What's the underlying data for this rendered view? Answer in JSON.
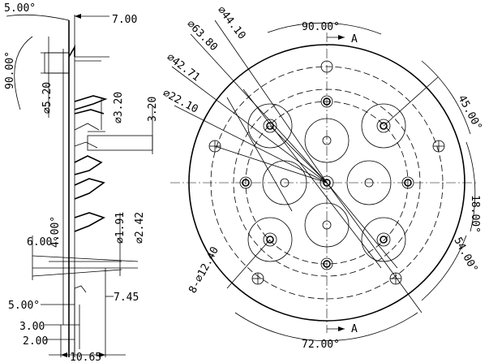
{
  "side_view": {
    "dims": {
      "angle_top": "5.00°",
      "length_top": "7.00",
      "angle_90": "90.00°",
      "dia_5_20": "⌀5.20",
      "dia_3_20": "⌀3.20",
      "dim_3_20": "3.20",
      "angle_6": "6.00°",
      "angle_4": "4.00°",
      "dia_1_91": "⌀1.91",
      "dia_2_42": "⌀2.42",
      "angle_5_bottom": "5.00°",
      "len_7_45": "7.45",
      "len_3_00": "3.00",
      "len_2_00": "2.00",
      "len_10_65": "10.65"
    }
  },
  "front_view": {
    "dims": {
      "dia_44_10": "⌀44.10",
      "dia_63_80": "⌀63.80",
      "dia_42_71": "⌀42.71",
      "dia_22_10": "⌀22.10",
      "angle_90": "90.00°",
      "angle_45": "45.00°",
      "angle_18": "18.00°",
      "angle_54": "54.00°",
      "angle_72": "72.00°",
      "holes": "8-⌀12.40"
    },
    "section_top": "A",
    "section_bottom": "A"
  }
}
